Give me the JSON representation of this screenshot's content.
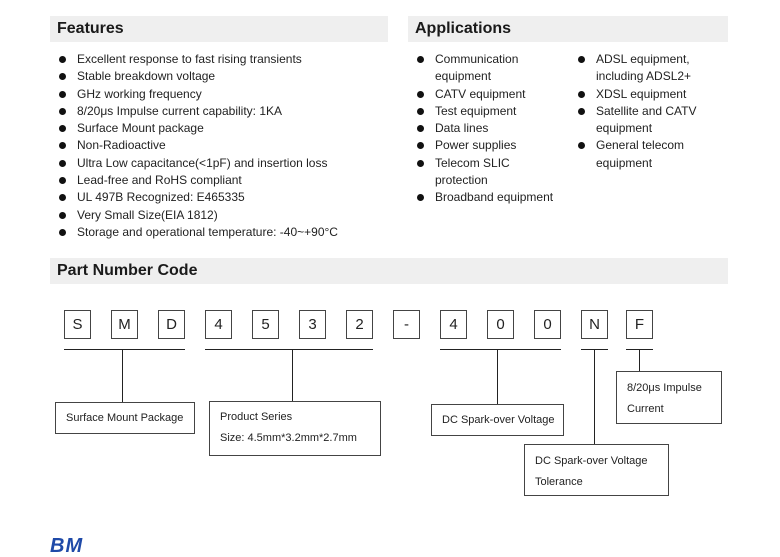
{
  "features": {
    "title": "Features",
    "items": [
      "Excellent response to fast rising transients",
      "Stable breakdown voltage",
      "GHz working frequency",
      "8/20μs Impulse current capability: 1KA",
      "Surface Mount package",
      "Non-Radioactive",
      "Ultra Low capacitance(<1pF) and insertion loss",
      "Lead-free and RoHS compliant",
      "UL 497B Recognized: E465335",
      "Very Small Size(EIA 1812)",
      "Storage and operational temperature: -40~+90°C"
    ]
  },
  "applications": {
    "title": "Applications",
    "col1": [
      "Communication equipment",
      "CATV equipment",
      "Test equipment",
      "Data lines",
      "Power supplies",
      "Telecom SLIC protection",
      "Broadband equipment"
    ],
    "col2": [
      "ADSL equipment, including ADSL2+",
      "XDSL equipment",
      "Satellite and CATV equipment",
      "General telecom equipment"
    ]
  },
  "part_number": {
    "title": "Part Number Code",
    "chars": [
      "S",
      "M",
      "D",
      "4",
      "5",
      "3",
      "2",
      "-",
      "4",
      "0",
      "0",
      "N",
      "F"
    ],
    "descriptions": {
      "package": "Surface Mount Package",
      "series_line1": "Product Series",
      "series_line2": "Size: 4.5mm*3.2mm*2.7mm",
      "voltage": "DC Spark-over Voltage",
      "tolerance_line1": "DC Spark-over Voltage",
      "tolerance_line2": "Tolerance",
      "impulse_line1": "8/20μs Impulse",
      "impulse_line2": "Current"
    }
  },
  "logo": {
    "text": "BM"
  }
}
